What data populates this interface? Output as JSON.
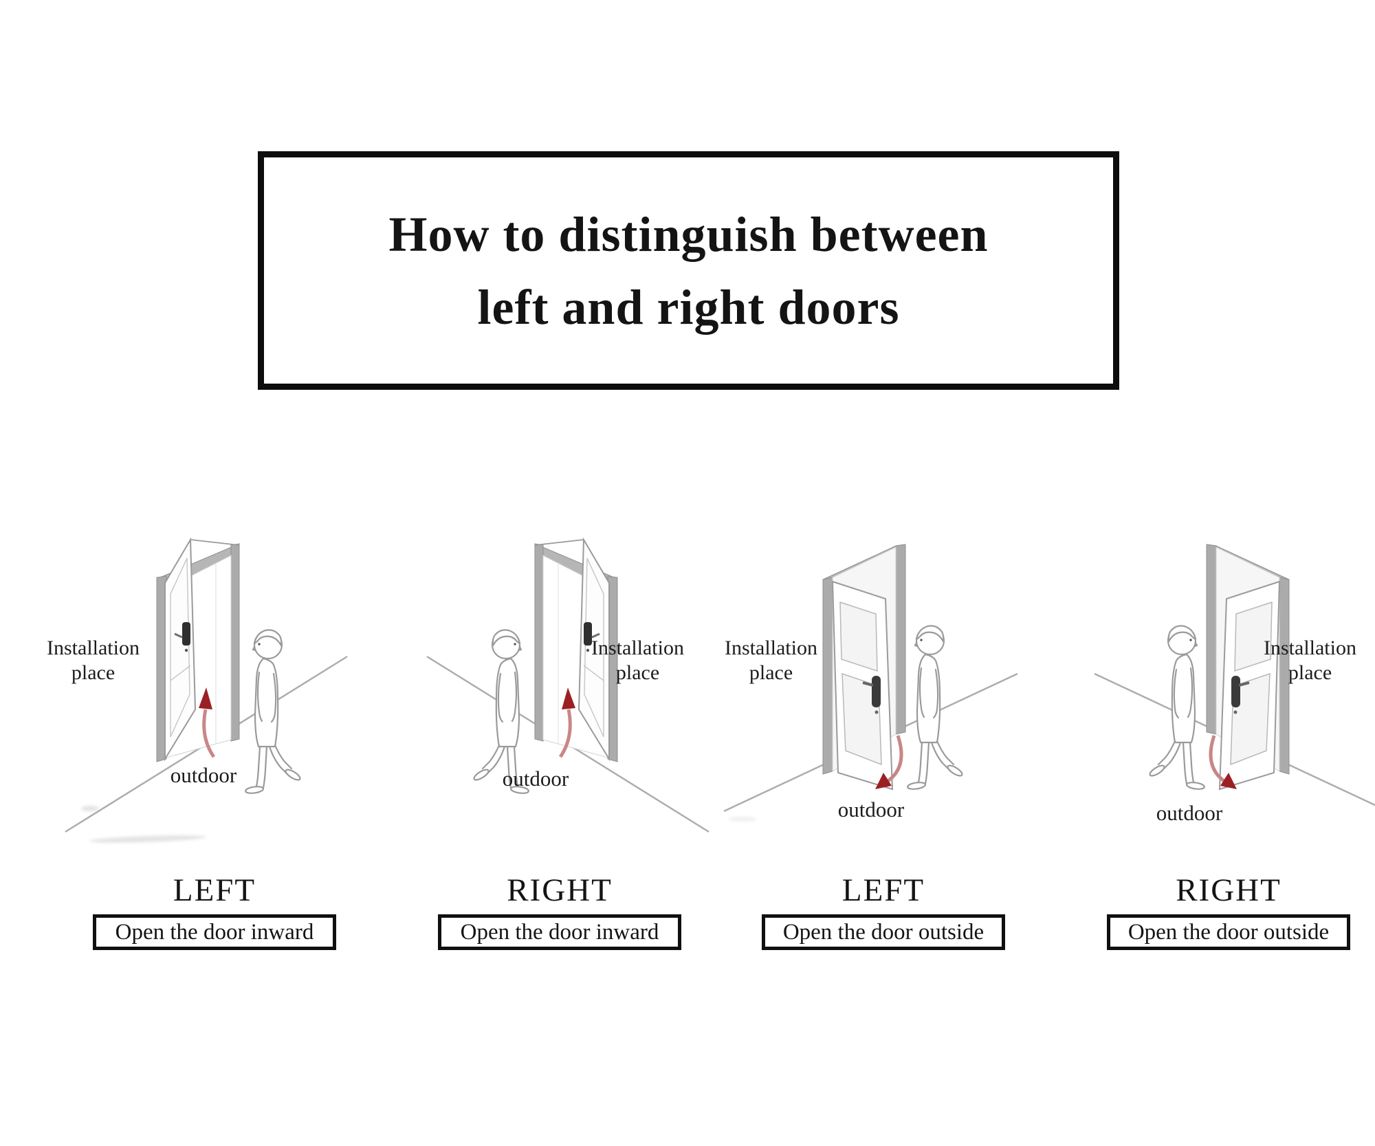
{
  "title": {
    "line1": "How to distinguish between",
    "line2": "left and right doors"
  },
  "panels": [
    {
      "name": "left-inward",
      "side": "LEFT",
      "instruction": "Open the door inward",
      "installation": "Installation place",
      "outdoor": "outdoor",
      "door_swing": "inward",
      "mirrored": false
    },
    {
      "name": "right-inward",
      "side": "RIGHT",
      "instruction": "Open the door inward",
      "installation": "Installation place",
      "outdoor": "outdoor",
      "door_swing": "inward",
      "mirrored": true
    },
    {
      "name": "left-outside",
      "side": "LEFT",
      "instruction": "Open the door outside",
      "installation": "Installation place",
      "outdoor": "outdoor",
      "door_swing": "outward",
      "mirrored": false
    },
    {
      "name": "right-outside",
      "side": "RIGHT",
      "instruction": "Open the door outside",
      "installation": "Installation place",
      "outdoor": "outdoor",
      "door_swing": "outward",
      "mirrored": true
    }
  ],
  "colors": {
    "arrow_head": "#9b2023",
    "arrow_tail": "#c98688",
    "line_gray": "#9a9a9a",
    "frame_gray": "#ababab",
    "text": "#141414",
    "border": "#0d0d0d",
    "background": "#ffffff"
  }
}
